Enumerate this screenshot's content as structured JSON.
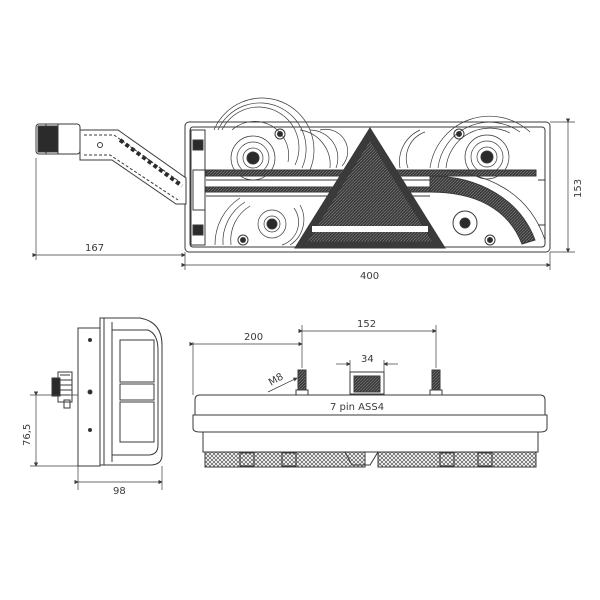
{
  "dimensions": {
    "outline_width": "167",
    "lamp_width": "400",
    "lamp_height": "153",
    "bolt_spacing": "152",
    "bolt_offset": "200",
    "connector_width": "34",
    "side_depth": "76,5",
    "side_width": "98"
  },
  "labels": {
    "thread": "M8",
    "connector": "7 pin ASS4"
  },
  "colors": {
    "line": "#3a3a3a",
    "dark_fill": "#2b2b2b",
    "mesh": "#555555"
  }
}
